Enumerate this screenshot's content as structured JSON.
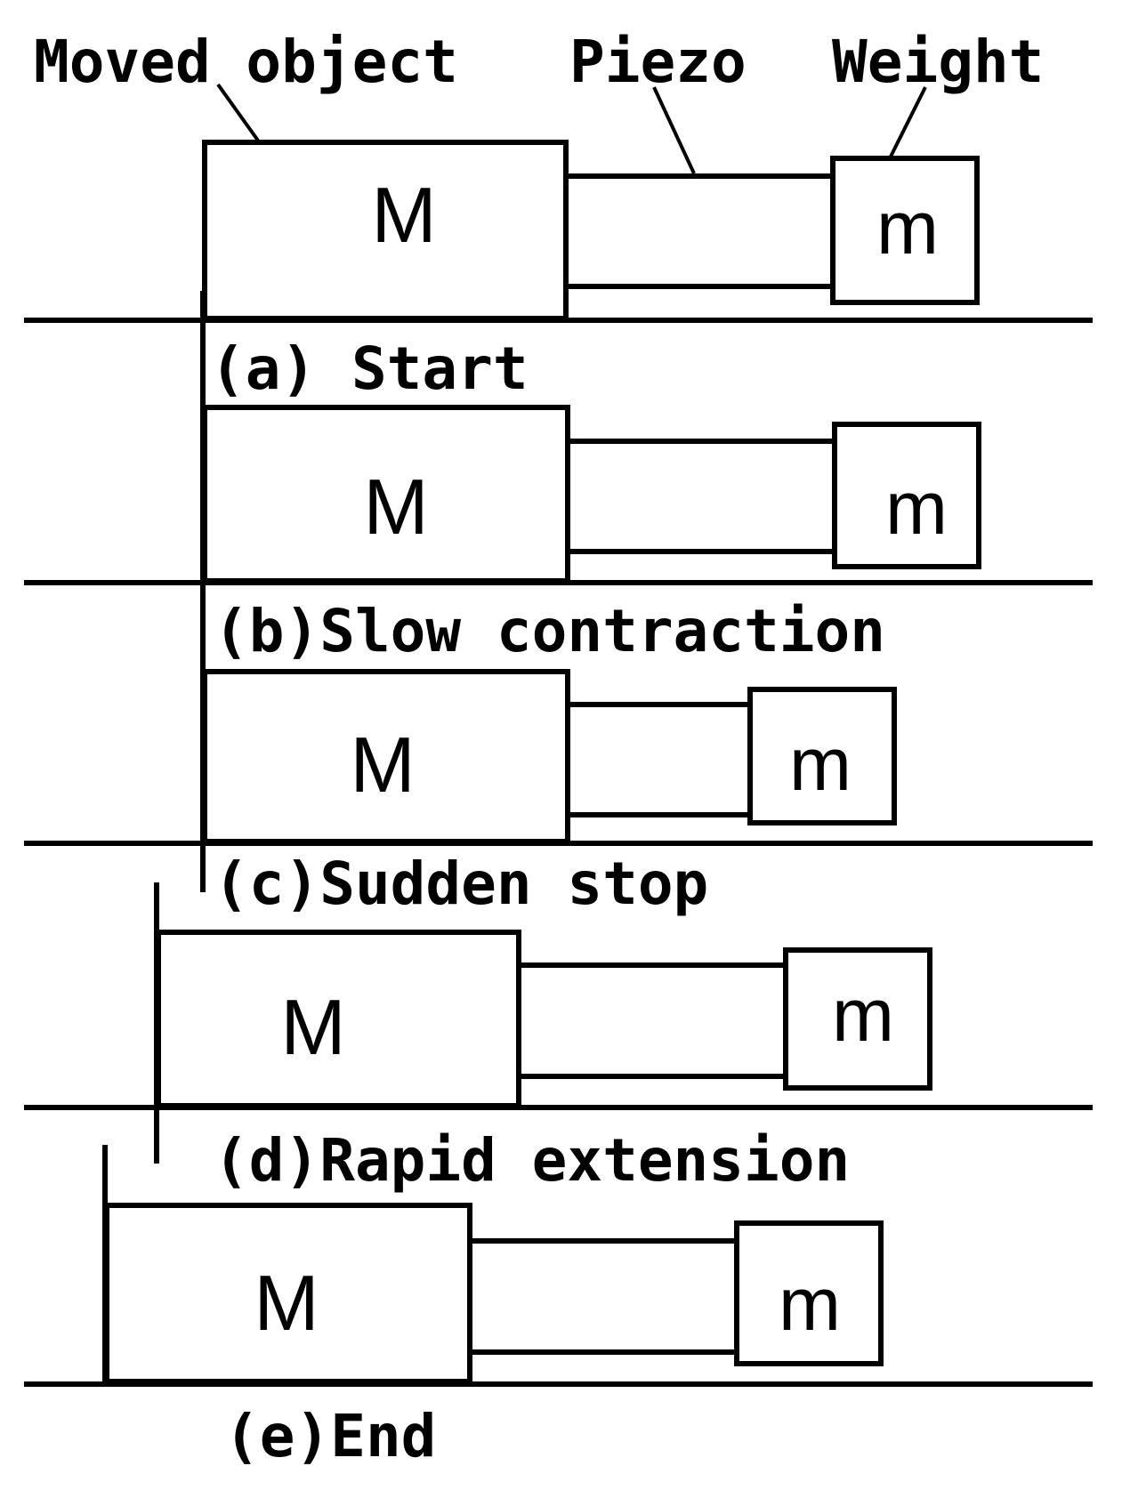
{
  "labels": {
    "moved_object": "Moved object",
    "piezo": "Piezo",
    "weight": "Weight"
  },
  "symbols": {
    "big_mass": "M",
    "small_mass": "m"
  },
  "stages": [
    {
      "id": "a",
      "caption": "(a) Start"
    },
    {
      "id": "b",
      "caption": "(b)Slow contraction"
    },
    {
      "id": "c",
      "caption": "(c)Sudden stop"
    },
    {
      "id": "d",
      "caption": "(d)Rapid extension"
    },
    {
      "id": "e",
      "caption": "(e)End"
    }
  ]
}
